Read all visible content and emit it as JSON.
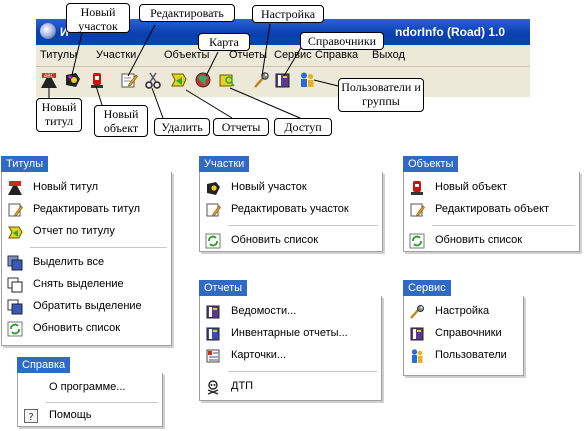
{
  "window": {
    "title_left": "И",
    "title_right": "ndorInfo (Road) 1.0"
  },
  "menubar": {
    "items": [
      "Титулы",
      "Участки",
      "Объекты",
      "Отчеты",
      "Сервис",
      "Справка",
      "Выход"
    ]
  },
  "callouts": {
    "new_section": "Новый участок",
    "edit": "Редактировать",
    "map": "Карта",
    "settings": "Настройка",
    "directories": "Справочники",
    "users_groups": "Пользователи и группы",
    "new_title": "Новый титул",
    "new_object": "Новый объект",
    "delete": "Удалить",
    "reports": "Отчеты",
    "access": "Доступ"
  },
  "panels": {
    "titles": {
      "tab": "Титулы",
      "items": [
        "Новый титул",
        "Редактировать титул",
        "Отчет по титулу",
        "Выделить все",
        "Снять выделение",
        "Обратить выделение",
        "Обновить список"
      ]
    },
    "sections": {
      "tab": "Участки",
      "items": [
        "Новый участок",
        "Редактировать участок",
        "Обновить список"
      ]
    },
    "objects": {
      "tab": "Объекты",
      "items": [
        "Новый объект",
        "Редактировать объект",
        "Обновить список"
      ]
    },
    "reports": {
      "tab": "Отчеты",
      "items": [
        "Ведомости...",
        "Инвентарные отчеты...",
        "Карточки...",
        "ДТП"
      ]
    },
    "service": {
      "tab": "Сервис",
      "items": [
        "Настройка",
        "Справочники",
        "Пользователи"
      ]
    },
    "help": {
      "tab": "Справка",
      "items": [
        "О программе...",
        "Помощь"
      ]
    }
  },
  "colors": {
    "title_bar": "#0a3fb0",
    "panel_tab": "#316ac5",
    "window_face": "#ece9d8"
  }
}
